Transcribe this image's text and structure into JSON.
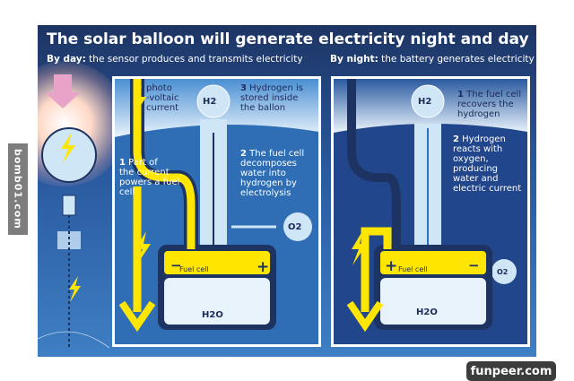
{
  "title": "The solar balloon will generate electricity night and day",
  "day": {
    "label": "By day:",
    "text": " the sensor produces and transmits electricity",
    "photovoltaic": [
      "photo",
      "-voltaic",
      "current"
    ],
    "h2": "H2",
    "o2": "O2",
    "h2o": "H2O",
    "fuel_cell": "Fuel cell",
    "step1_num": "1",
    "step1": [
      "Part of",
      "the current",
      "powers a fuel",
      "cell"
    ],
    "step2_num": "2",
    "step2": [
      "The fuel cell",
      "decomposes",
      "water into",
      "hydrogen by",
      "electrolysis"
    ],
    "step3_num": "3",
    "step3": [
      "Hydrogen is",
      "stored inside",
      "the ballon"
    ]
  },
  "night": {
    "label": "By night:",
    "text": " the battery generates electricity",
    "h2": "H2",
    "o2": "O2",
    "h2o": "H2O",
    "fuel_cell": "Fuel cell",
    "step1_num": "1",
    "step1": [
      "The fuel cell",
      "recovers the",
      "hydrogen"
    ],
    "step2_num": "2",
    "step2": [
      "Hydrogen",
      "reacts with",
      "oxygen,",
      "producing",
      "water and",
      "electric current"
    ]
  },
  "watermarks": {
    "left": "bomb01.com",
    "right": "funpeer.com"
  },
  "colors": {
    "navy": "#1d3463",
    "yellow": "#ffe600",
    "sky": "#cfe6f7"
  }
}
